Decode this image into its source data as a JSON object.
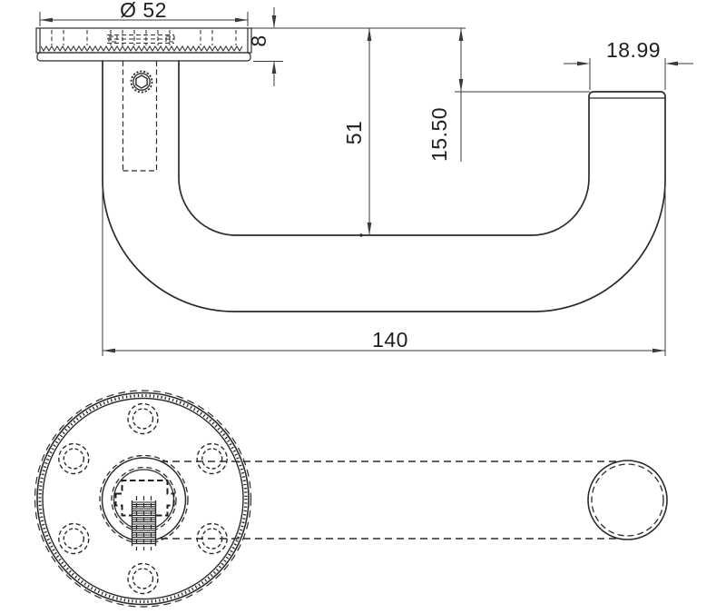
{
  "drawing": {
    "background": "#ffffff",
    "line_color": "#2b2b2b",
    "dim_color": "#3a3a3a",
    "dimensions": {
      "rose_diameter": "Ø 52",
      "rose_thickness": "8",
      "handle_drop": "51",
      "tip_offset": "15.50",
      "tip_diameter": "18.99",
      "overall_length": "140"
    }
  }
}
